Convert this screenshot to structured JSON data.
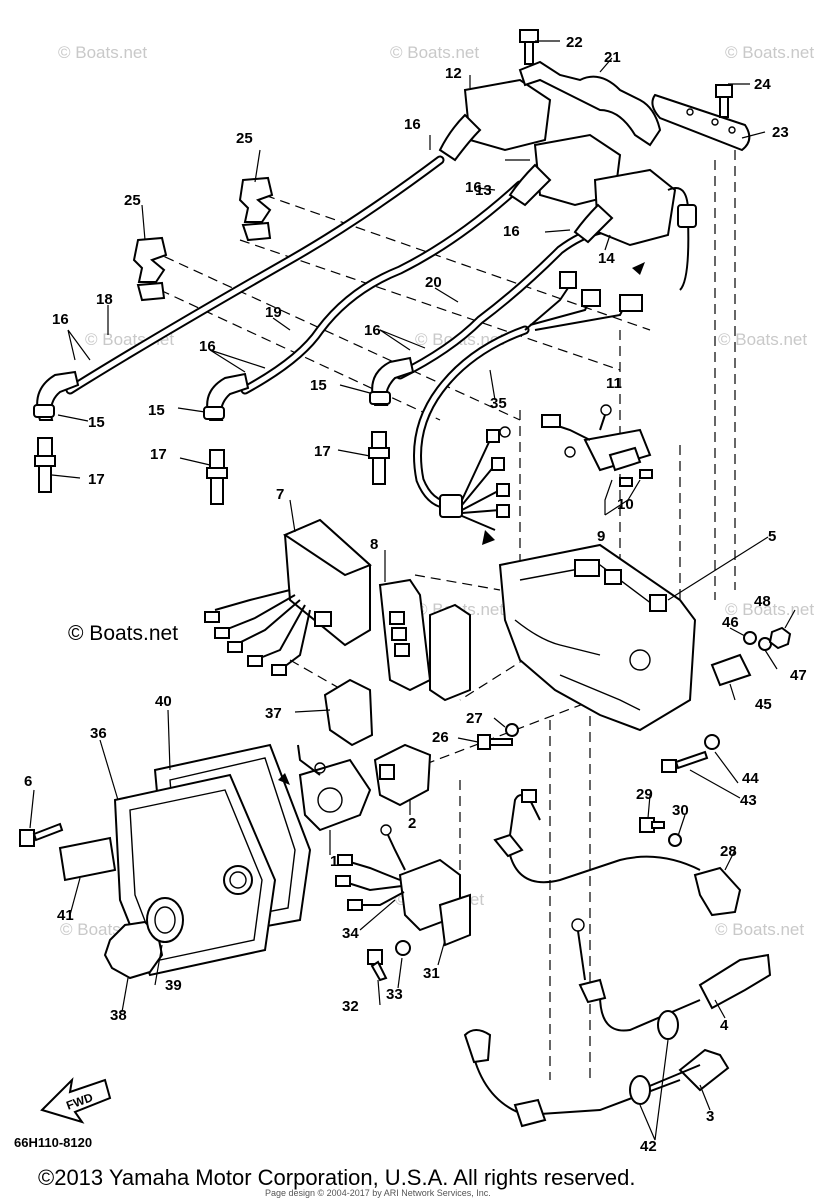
{
  "diagram_code": "66H110-8120",
  "copyright": "©2013 Yamaha Motor Corporation, U.S.A. All rights reserved.",
  "page_design": "Page design © 2004-2017 by ARI Network Services, Inc.",
  "watermark": "© Boats.net",
  "fwd_label": "FWD",
  "callouts": {
    "c1": "1",
    "c2": "2",
    "c3": "3",
    "c4": "4",
    "c5": "5",
    "c6": "6",
    "c7": "7",
    "c8": "8",
    "c9": "9",
    "c10": "10",
    "c11": "11",
    "c12": "12",
    "c13": "13",
    "c14": "14",
    "c15a": "15",
    "c15b": "15",
    "c15c": "15",
    "c16a": "16",
    "c16b": "16",
    "c16c": "16",
    "c16d": "16",
    "c16e": "16",
    "c16f": "16",
    "c17a": "17",
    "c17b": "17",
    "c17c": "17",
    "c18": "18",
    "c19": "19",
    "c20": "20",
    "c21": "21",
    "c22": "22",
    "c23": "23",
    "c24": "24",
    "c25a": "25",
    "c25b": "25",
    "c26": "26",
    "c27": "27",
    "c28": "28",
    "c29": "29",
    "c30": "30",
    "c31": "31",
    "c32": "32",
    "c33": "33",
    "c34": "34",
    "c35": "35",
    "c36": "36",
    "c37": "37",
    "c38": "38",
    "c39": "39",
    "c40": "40",
    "c41": "41",
    "c42": "42",
    "c43": "43",
    "c44": "44",
    "c45": "45",
    "c46": "46",
    "c47": "47",
    "c48": "48"
  }
}
